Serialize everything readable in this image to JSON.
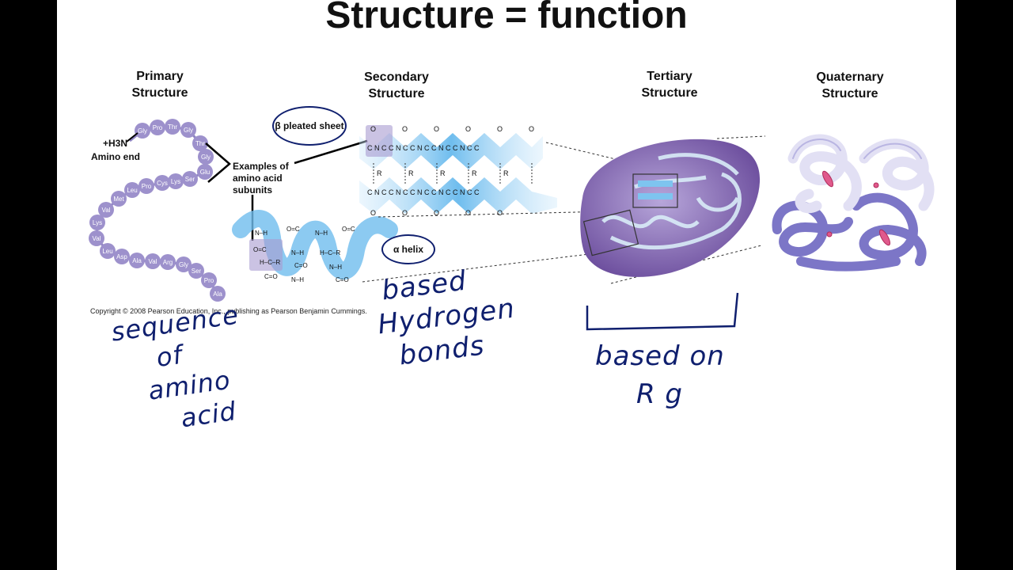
{
  "slide": {
    "title": "Structure = function",
    "headings": {
      "primary": [
        "Primary",
        "Structure"
      ],
      "secondary": [
        "Secondary",
        "Structure"
      ],
      "tertiary": [
        "Tertiary",
        "Structure"
      ],
      "quaternary": [
        "Quaternary",
        "Structure"
      ]
    },
    "labels": {
      "n_terminus": "+H3N",
      "amino_end": "Amino end",
      "examples": [
        "Examples of",
        "amino acid",
        "subunits"
      ],
      "beta_sheet": "β pleated sheet",
      "alpha_helix": "α helix",
      "copyright": "Copyright © 2008 Pearson Education, Inc., publishing as Pearson Benjamin Cummings."
    },
    "amino_acids": [
      "Gly",
      "Pro",
      "Thr",
      "Gly",
      "Thr",
      "Gly",
      "Glu",
      "Ser",
      "Lys",
      "Cys",
      "Pro",
      "Leu",
      "Met",
      "Val",
      "Lys",
      "Val",
      "Leu",
      "Asp",
      "Ala",
      "Val",
      "Arg",
      "Gly",
      "Ser",
      "Pro",
      "Ala"
    ],
    "annotations": {
      "primary": [
        "sequence",
        "of",
        "amino",
        "acid"
      ],
      "secondary": [
        "based",
        "Hydrogen",
        "bonds"
      ],
      "tertiary": [
        "based on",
        "R g"
      ]
    }
  },
  "colors": {
    "residue": "#9d91cc",
    "sheet": "#7ec4ef",
    "tertiary_blob": "#8a6fb5",
    "quaternary_light": "#d7d5ef",
    "quaternary_dark": "#8983cf",
    "ink": "#0f1f6e"
  }
}
